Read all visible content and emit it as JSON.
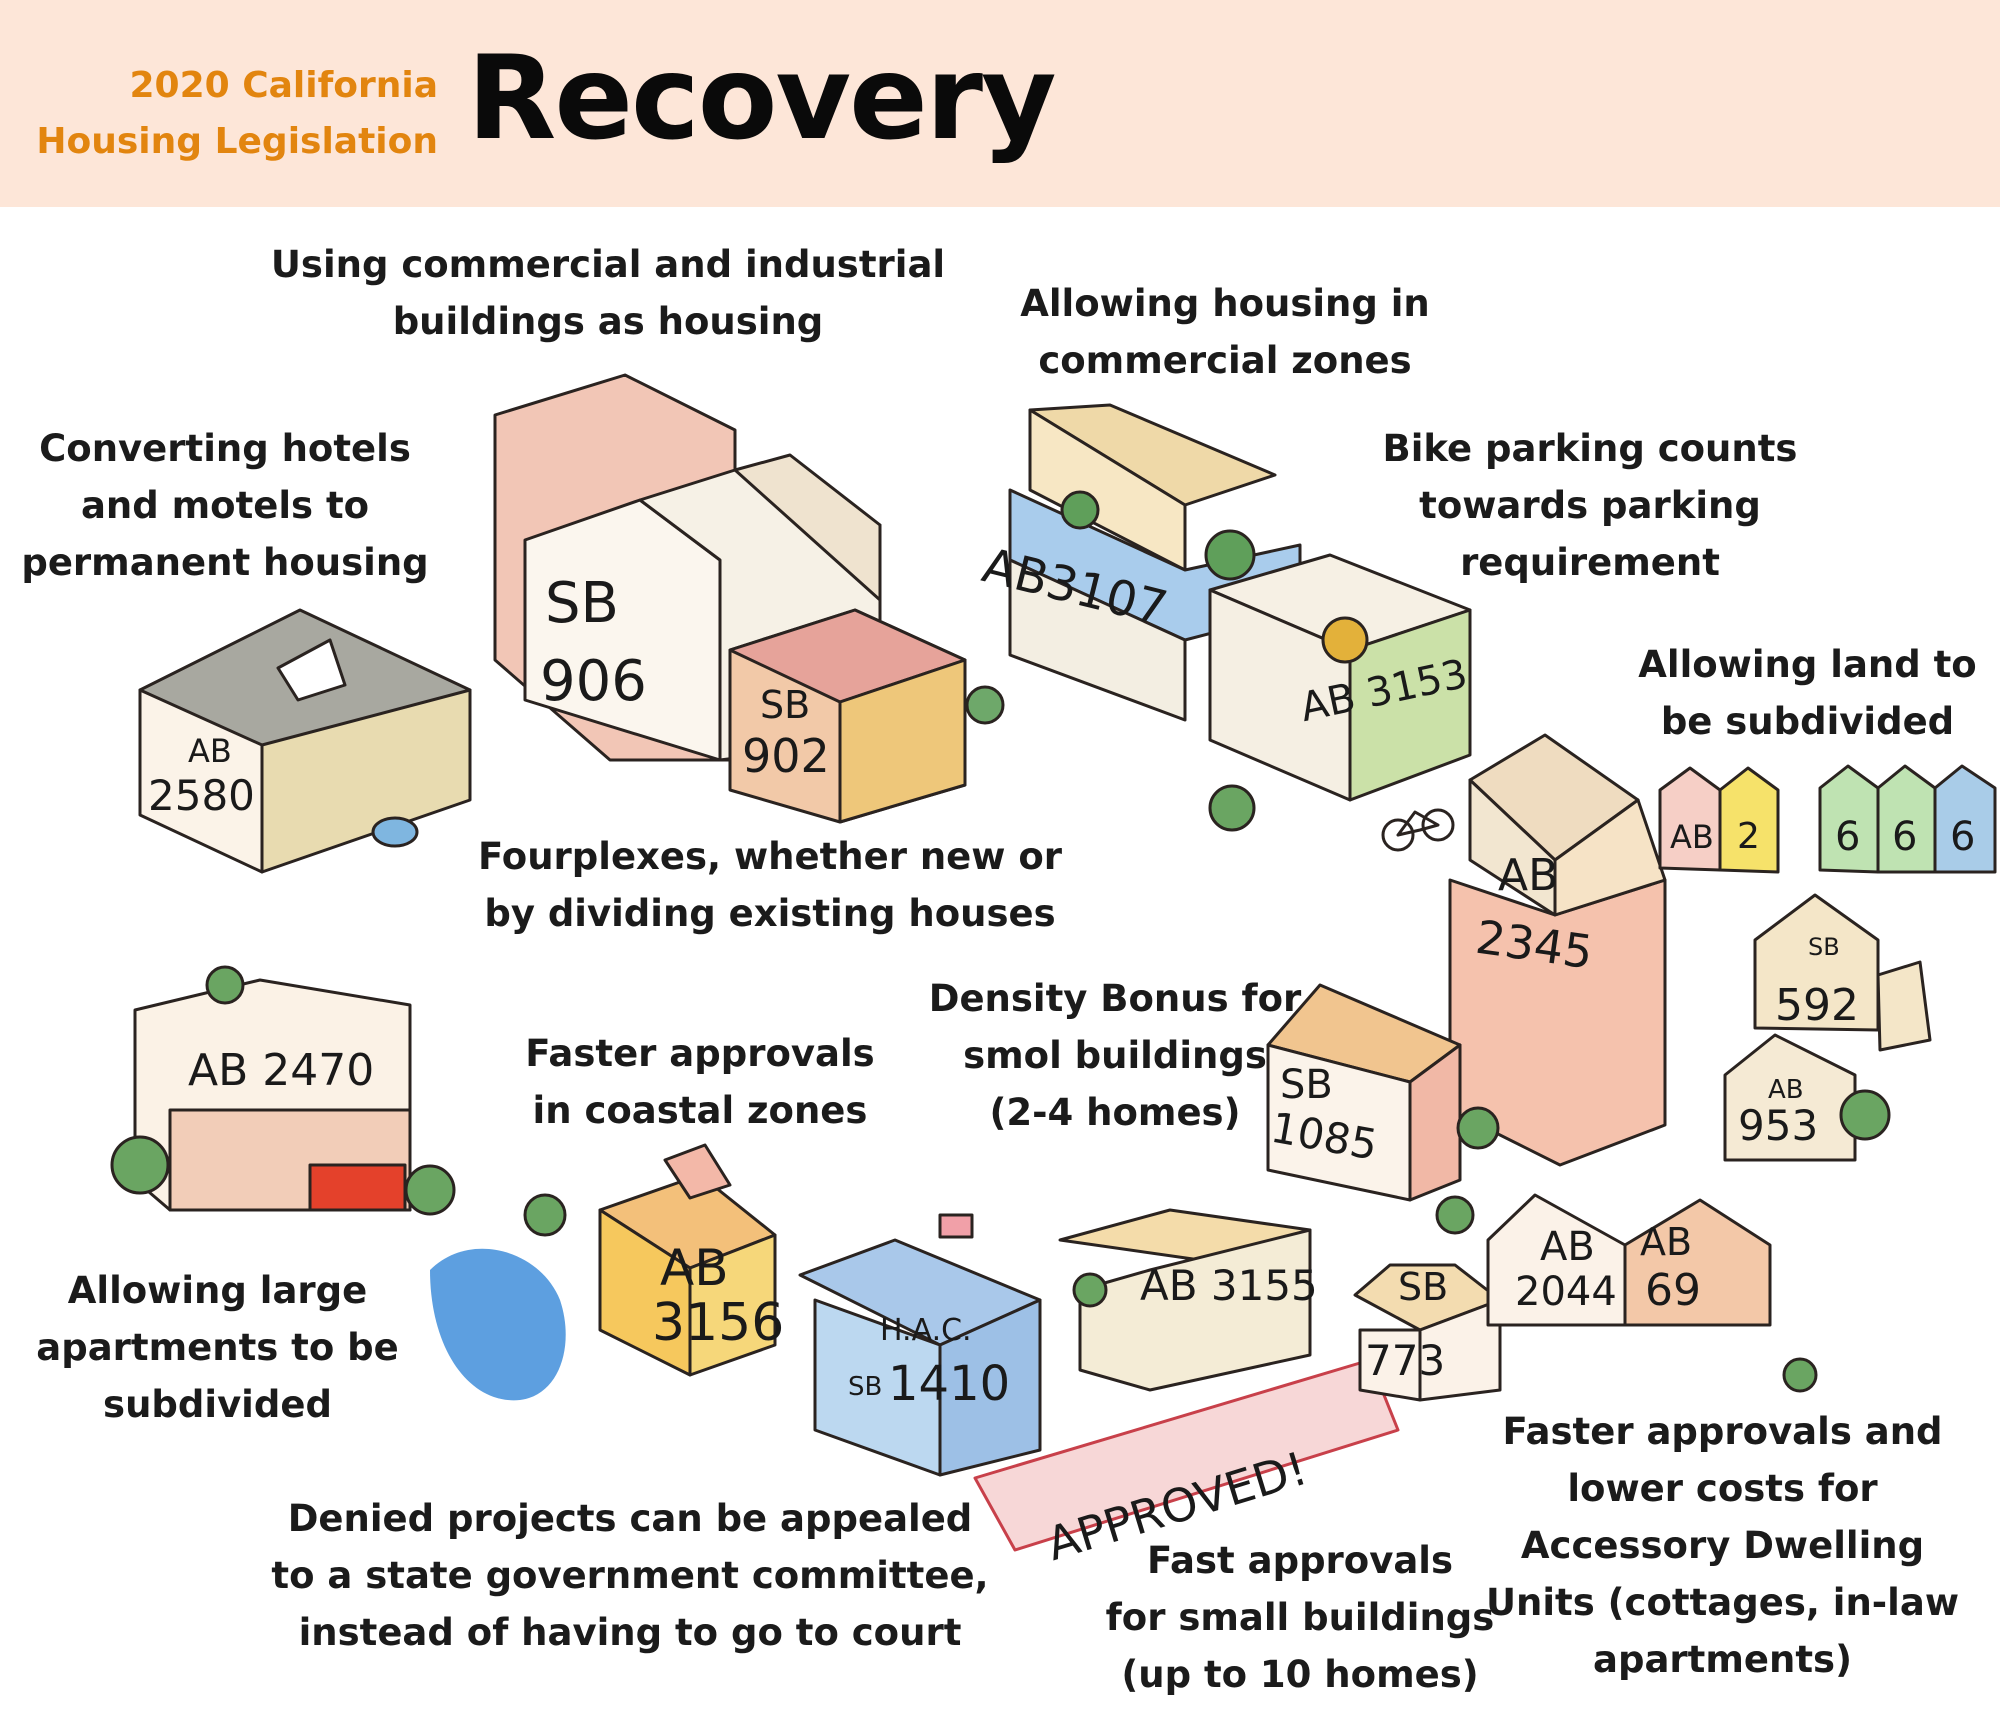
{
  "header": {
    "kicker_line1": "2020 California",
    "kicker_line2": "Housing Legislation",
    "title": "Recovery"
  },
  "captions": {
    "commercial_industrial": [
      "Using commercial and industrial",
      "buildings as housing"
    ],
    "commercial_zones": [
      "Allowing housing in",
      "commercial zones"
    ],
    "hotels": [
      "Converting hotels",
      "and motels to",
      "permanent housing"
    ],
    "bike": [
      "Bike parking counts",
      "towards parking",
      "requirement"
    ],
    "land": [
      "Allowing land to",
      "be subdivided"
    ],
    "fourplexes": [
      "Fourplexes, whether new or",
      "by dividing existing houses"
    ],
    "density": [
      "Density Bonus for",
      "smol buildings",
      "(2-4 homes)"
    ],
    "coastal": [
      "Faster approvals",
      "in coastal zones"
    ],
    "large_apts": [
      "Allowing large",
      "apartments to be",
      "subdivided"
    ],
    "denied": [
      "Denied projects can be appealed",
      "to a state government committee,",
      "instead of having to go to court"
    ],
    "small_bldgs": [
      "Fast approvals",
      "for small buildings",
      "(up to 10 homes)"
    ],
    "adu": [
      "Faster approvals and",
      "lower costs for",
      "Accessory Dwelling",
      "Units (cottages, in-law",
      "apartments)"
    ]
  },
  "bill_labels": {
    "ab2580": [
      "AB",
      "2580"
    ],
    "sb906": [
      "SB",
      "906"
    ],
    "sb902": [
      "SB",
      "902"
    ],
    "ab3107": "AB3107",
    "ab3153": "AB 3153",
    "ab2345": [
      "AB",
      "2345"
    ],
    "ab2": [
      "AB",
      "2",
      "6",
      "6",
      "6"
    ],
    "sb592": [
      "SB",
      "592"
    ],
    "ab953": [
      "AB",
      "953"
    ],
    "ab2470": "AB 2470",
    "sb1085": [
      "SB",
      "1085"
    ],
    "ab3156": [
      "AB",
      "3156"
    ],
    "hac": [
      "H.A.C.",
      "SB",
      "1410"
    ],
    "ab3155": "AB 3155",
    "sb773": [
      "SB",
      "773"
    ],
    "ab2044": [
      "AB",
      "2044"
    ],
    "ab69": [
      "AB",
      "69"
    ],
    "approved": "APPROVED!"
  },
  "colors": {
    "header_bg": "#fde6d8",
    "kicker": "#e2850f",
    "title": "#0a0a0a",
    "caption": "#1b1b1b"
  }
}
